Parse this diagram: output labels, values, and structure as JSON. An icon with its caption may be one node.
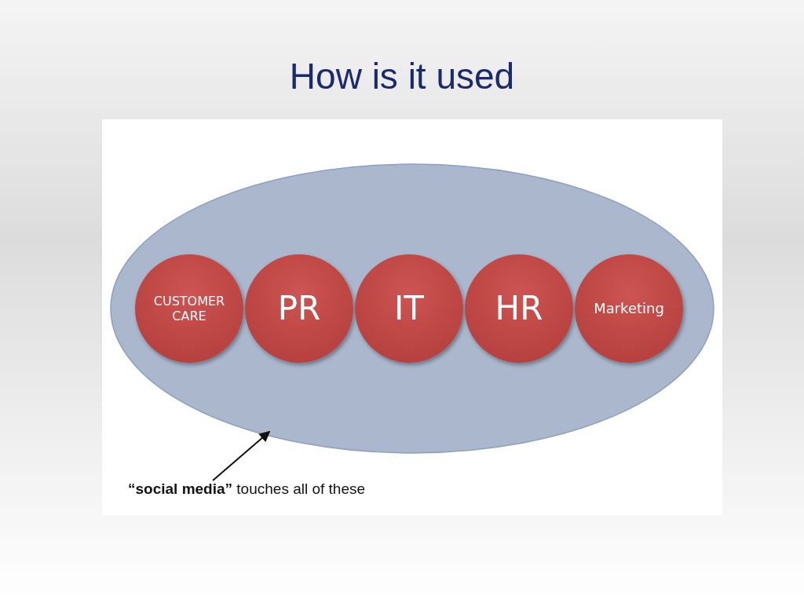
{
  "diagram": {
    "title": "How is it used",
    "nodes": [
      {
        "text": [],
        "shape": "ellipse"
      },
      {
        "text": [
          "CUSTOMER CARE"
        ],
        "in": 0
      },
      {
        "text": [
          "PR"
        ],
        "in": 0
      },
      {
        "text": [
          "IT"
        ],
        "in": 0
      },
      {
        "text": [
          "HR"
        ],
        "in": 0
      },
      {
        "text": [
          "Marketing"
        ],
        "in": 0
      },
      {
        "text": [
          "**“social media”** touches all of these"
        ]
      }
    ],
    "edges": [
      {
        "from": 6,
        "to": 0,
        "arrow": "to"
      }
    ]
  }
}
